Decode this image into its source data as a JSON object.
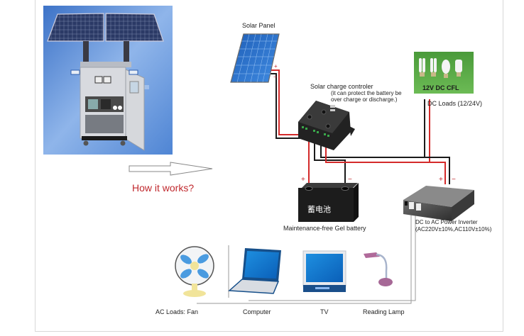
{
  "diagram": {
    "title": "How it works?",
    "components": {
      "solar_panel": {
        "label": "Solar Panel"
      },
      "charge_controller": {
        "label": "Solar charge controler",
        "note_line1": "(it can protect the battery be",
        "note_line2": "over charge or discharge.)"
      },
      "dc_loads": {
        "label": "DC Loads (12/24V)",
        "panel_text": "12V  DC CFL"
      },
      "battery": {
        "label": "Maintenance-free Gel battery",
        "body_text": "蓄电池"
      },
      "inverter": {
        "label_line1": "DC to AC Power Inverter",
        "label_line2": "(AC220V±10%,AC110V±10%)"
      }
    },
    "ac_loads": [
      {
        "label": "AC Loads: Fan"
      },
      {
        "label": "Computer"
      },
      {
        "label": "TV"
      },
      {
        "label": "Reading Lamp"
      }
    ],
    "polarity": {
      "plus": "+",
      "minus": "−"
    },
    "colors": {
      "positive_wire": "#d42a2a",
      "negative_wire": "#1a1a1a",
      "title_red": "#c0282d",
      "sky_blue": "#5d8fd6",
      "cfl_green": "#5aa845"
    }
  }
}
